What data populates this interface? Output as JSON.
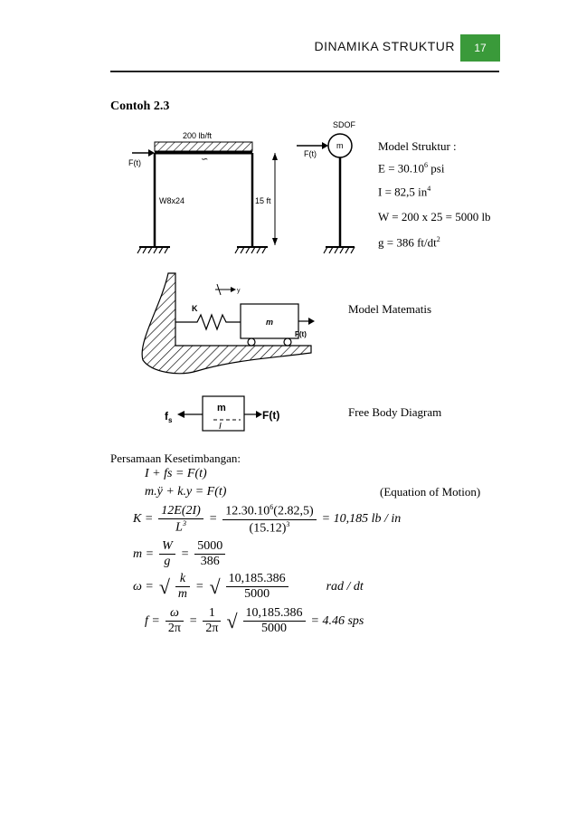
{
  "header": {
    "title": "DINAMIKA STRUKTUR",
    "page_number": "17"
  },
  "example_title": "Contoh 2.3",
  "frame_diagram": {
    "load_label": "200 lb/ft",
    "force_label": "F(t)",
    "section_label": "W8x24",
    "height_label": "15 ft",
    "sdof_label": "SDOF",
    "mass_label": "m",
    "sdof_force_label": "F(t)"
  },
  "model_struktur": {
    "heading": "Model Struktur :",
    "e_prefix": "E  = 30.10",
    "e_exp": "6",
    "e_unit": " psi",
    "i_prefix": "I  = 82,5 in",
    "i_exp": "4",
    "w_line": "W = 200 x 25 = 5000 lb",
    "g_prefix": "g  = 386 ft/dt",
    "g_exp": "2"
  },
  "math_model": {
    "label": "Model Matematis",
    "spring_label": "K",
    "mass_label": "m",
    "force_label": "F(t)",
    "axis_label": "y"
  },
  "fbd": {
    "label": "Free Body Diagram",
    "fs_label": "f",
    "fs_sub": "s",
    "mass_label": "m",
    "inertia_label": "I",
    "force_label": "F(t)"
  },
  "equations": {
    "heading": "Persamaan Kesetimbangan:",
    "eq1": "I + fs = F(t)",
    "eq2": "m.ÿ + k.y = F(t)",
    "eq2_note": "(Equation of Motion)",
    "k_lhs": "K =",
    "k_num1": "12E(2I)",
    "k_den1": "L",
    "k_den1_exp": "3",
    "k_num2a": "12.30.10",
    "k_num2_exp": "6",
    "k_num2b": "(2.82,5)",
    "k_den2a": "(15.12)",
    "k_den2_exp": "3",
    "k_result": "= 10,185 lb / in",
    "m_lhs": "m =",
    "m_num1": "W",
    "m_den1": "g",
    "m_num2": "5000",
    "m_den2": "386",
    "w_lhs": "ω =",
    "w_num1": "k",
    "w_den1": "m",
    "w_num2": "10,185.386",
    "w_den2": "5000",
    "w_unit": "rad / dt",
    "f_lhs": "f =",
    "f_num1": "ω",
    "f_den1": "2π",
    "f_num2": "1",
    "f_den2": "2π",
    "f_num3": "10,185.386",
    "f_den3": "5000",
    "f_result": "= 4.46 sps"
  }
}
